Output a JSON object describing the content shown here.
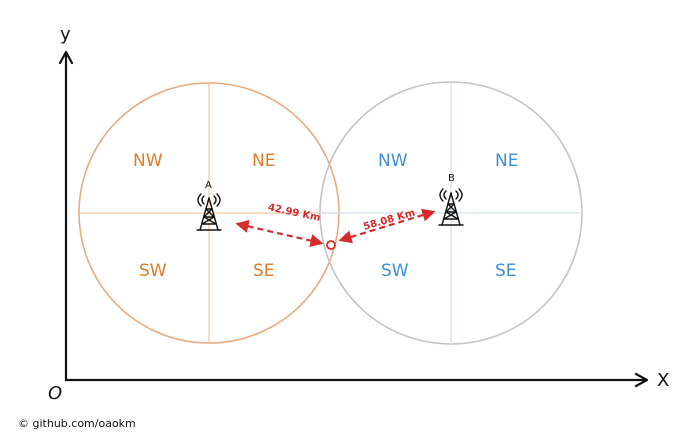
{
  "axes": {
    "x_label": "X",
    "y_label": "y",
    "origin_label": "O"
  },
  "towers": [
    {
      "name": "A",
      "color": "#e07b2a",
      "circle_color": "#e8ab7e",
      "quadrants": {
        "nw": "NW",
        "ne": "NE",
        "sw": "SW",
        "se": "SE"
      }
    },
    {
      "name": "B",
      "color": "#3d8fd6",
      "circle_color": "#c4c4c4",
      "quadrants": {
        "nw": "NW",
        "ne": "NE",
        "sw": "SW",
        "se": "SE"
      }
    }
  ],
  "distances": {
    "a_to_point": "42.99 Km",
    "b_to_point": "58.08 Km",
    "arrow_color": "#d62b2b"
  },
  "footer": {
    "credit": "© github.com/oaokm"
  }
}
